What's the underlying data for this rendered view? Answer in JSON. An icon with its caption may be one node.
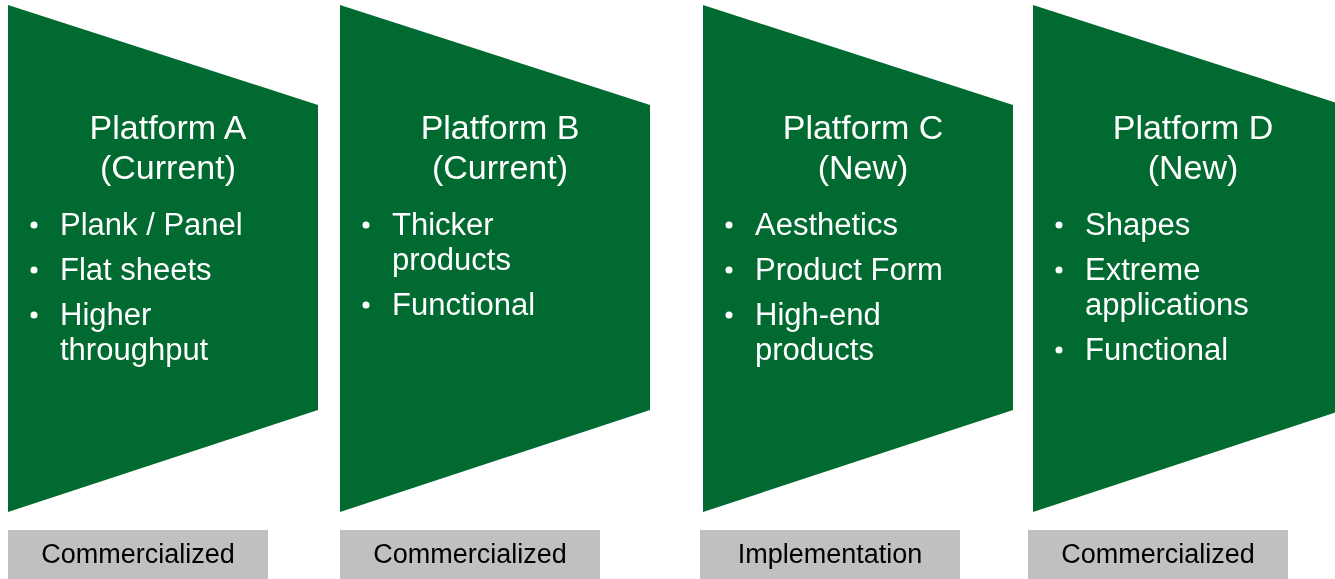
{
  "diagram": {
    "nodes": [
      {
        "text": [
          "Platform A (Current)",
          "Plank / Panel",
          "Flat sheets",
          "Higher throughput"
        ]
      },
      {
        "text": [
          "Platform B (Current)",
          "Thicker products",
          "Functional"
        ]
      },
      {
        "text": [
          "Platform C (New)",
          "Aesthetics",
          "Product Form",
          "High-end products"
        ]
      },
      {
        "text": [
          "Platform D (New)",
          "Shapes",
          "Extreme applications",
          "Functional"
        ]
      },
      {
        "text": [
          "Commercialized"
        ]
      },
      {
        "text": [
          "Commercialized"
        ]
      },
      {
        "text": [
          "Implementation"
        ]
      },
      {
        "text": [
          "Commercialized"
        ]
      }
    ]
  }
}
